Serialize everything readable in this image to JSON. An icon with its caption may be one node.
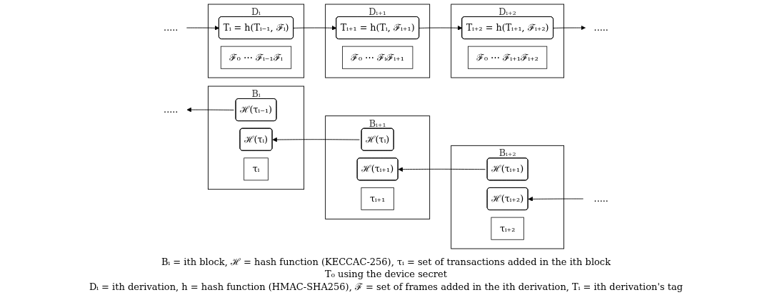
{
  "diagram": {
    "nodes": [
      {
        "text": [
          "Bᵢ"
        ]
      },
      {
        "text": [
          "ℋ(τᵢ₋₁)"
        ],
        "in": 0
      },
      {
        "text": [
          "ℋ(τᵢ)"
        ],
        "in": 0
      },
      {
        "text": [
          "τᵢ"
        ],
        "in": 0
      },
      {
        "text": [
          "Bᵢ₊₁"
        ]
      },
      {
        "text": [
          "ℋ(τᵢ)"
        ],
        "in": 4
      },
      {
        "text": [
          "ℋ(τᵢ₊₁)"
        ],
        "in": 4
      },
      {
        "text": [
          "τᵢ₊₁"
        ],
        "in": 4
      },
      {
        "text": [
          "Bᵢ₊₂"
        ]
      },
      {
        "text": [
          "ℋ(τᵢ₊₁)"
        ],
        "in": 8
      },
      {
        "text": [
          "ℋ(τᵢ₊₂)"
        ],
        "in": 8
      },
      {
        "text": [
          "τᵢ₊₂"
        ],
        "in": 8
      },
      {
        "text": [
          "....."
        ]
      },
      {
        "text": [
          "....."
        ]
      },
      {
        "text": [
          "Dᵢ"
        ]
      },
      {
        "text": [
          "Tᵢ = h(Tᵢ₋₁, ℱᵢ)"
        ],
        "in": 14
      },
      {
        "text": [
          "ℱ₀ ⋯ ℱᵢ₋₁ℱᵢ"
        ],
        "in": 14
      },
      {
        "text": [
          "Dᵢ₊₁"
        ]
      },
      {
        "text": [
          "Tᵢ₊₁ = h(Tᵢ, ℱᵢ₊₁)"
        ],
        "in": 17
      },
      {
        "text": [
          "ℱ₀ ⋯ ℱᵢℱᵢ₊₁"
        ],
        "in": 17
      },
      {
        "text": [
          "Dᵢ₊₂"
        ]
      },
      {
        "text": [
          "Tᵢ₊₂ = h(Tᵢ₊₁, ℱᵢ₊₂)"
        ],
        "in": 20
      },
      {
        "text": [
          "ℱ₀ ⋯ ℱᵢ₊₁ℱᵢ₊₂"
        ],
        "in": 20
      },
      {
        "text": [
          "....."
        ]
      },
      {
        "text": [
          "....."
        ]
      }
    ],
    "edges": [
      {
        "from": 1,
        "to": 12,
        "arrow": "to"
      },
      {
        "from": 5,
        "to": 2,
        "arrow": "to"
      },
      {
        "from": 9,
        "to": 6,
        "arrow": "to"
      },
      {
        "from": 13,
        "to": 10,
        "arrow": "to"
      },
      {
        "from": 23,
        "to": 15,
        "arrow": "to"
      },
      {
        "from": 15,
        "to": 18,
        "arrow": "to"
      },
      {
        "from": 18,
        "to": 21,
        "arrow": "to"
      },
      {
        "from": 21,
        "to": 24,
        "arrow": "to"
      }
    ],
    "labels": [
      "Bᵢ = ith block, ℋ = hash function (KECCAC-256), τᵢ = set of transactions added in the ith block",
      "T₀ using the device secret",
      "Dᵢ = ith derivation, h = hash function (HMAC-SHA256), ℱ = set of frames added in the ith derivation, Tᵢ = ith derivation's tag"
    ]
  }
}
